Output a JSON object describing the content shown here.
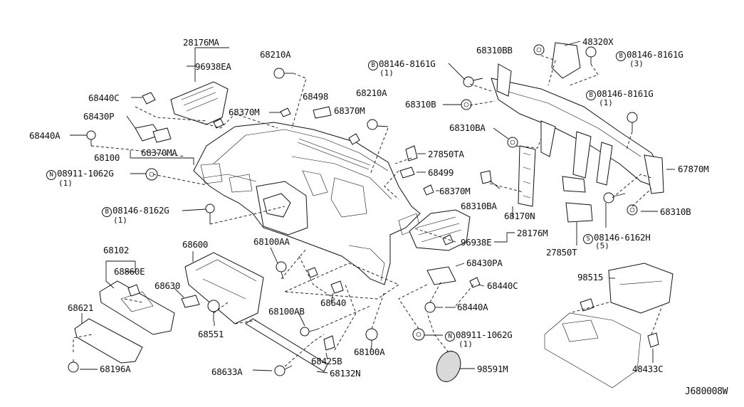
{
  "diagram_code": "J680008W",
  "labels": {
    "p28176MA": "28176MA",
    "p96938EA": "96938EA",
    "p68210A_1": "68210A",
    "p68440C_1": "68440C",
    "p68430P": "68430P",
    "p68440A_1": "68440A",
    "p68100": "68100",
    "p68370MA": "68370MA",
    "p08911_1": "08911-1062G",
    "p08911_1_qty": "(1)",
    "p08146_8162G": "08146-8162G",
    "p08146_8162G_qty": "(1)",
    "p68498": "68498",
    "p68370M_1": "68370M",
    "p68210A_2": "68210A",
    "p68370M_2": "68370M",
    "p08146_8161G_1": "08146-8161G",
    "p08146_8161G_1_qty": "(1)",
    "p68310BB": "68310BB",
    "p48320X": "48320X",
    "p08146_8161G_2": "08146-8161G",
    "p08146_8161G_2_qty": "(3)",
    "p68310B_1": "68310B",
    "p08146_8161G_3": "08146-8161G",
    "p08146_8161G_3_qty": "(1)",
    "p68310BA_1": "68310BA",
    "p27850TA": "27850TA",
    "p68499": "68499",
    "p68370M_3": "68370M",
    "p67870M": "67870M",
    "p68310BA_2": "68310BA",
    "p68170N": "68170N",
    "p68310B_2": "68310B",
    "p28176M": "28176M",
    "p96938E": "96938E",
    "p08146_6162H": "08146-6162H",
    "p08146_6162H_qty": "(5)",
    "p27850T": "27850T",
    "p68102": "68102",
    "p68860E": "68860E",
    "p68600": "68600",
    "p68100AA": "68100AA",
    "p68430PA": "68430PA",
    "p98515": "98515",
    "p68630": "68630",
    "p68440C_2": "68440C",
    "p68621": "68621",
    "p68640": "68640",
    "p68440A_2": "68440A",
    "p68551": "68551",
    "p68100AB": "68100AB",
    "p08911_2": "08911-1062G",
    "p08911_2_qty": "(1)",
    "p68100A": "68100A",
    "p68196A": "68196A",
    "p68425B": "68425B",
    "p48433C": "48433C",
    "p68633A": "68633A",
    "p68132N": "68132N",
    "p98591M": "98591M"
  },
  "prefix_symbols": {
    "N": "N",
    "B": "B",
    "S": "S"
  }
}
